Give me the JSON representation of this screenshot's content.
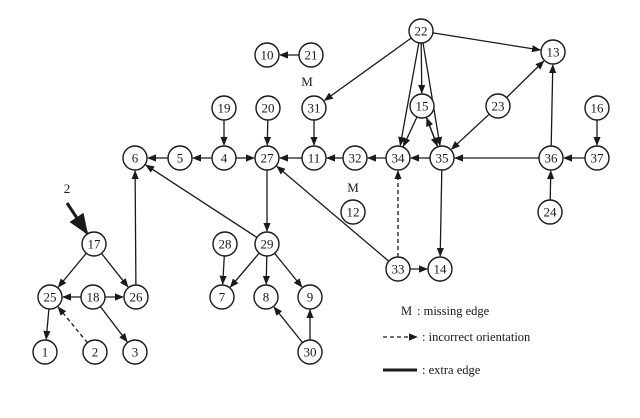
{
  "nodes": [
    "1",
    "2",
    "3",
    "4",
    "5",
    "6",
    "7",
    "8",
    "9",
    "10",
    "11",
    "12",
    "13",
    "14",
    "15",
    "16",
    "17",
    "18",
    "19",
    "20",
    "21",
    "22",
    "23",
    "24",
    "25",
    "26",
    "27",
    "28",
    "29",
    "30",
    "31",
    "32",
    "33",
    "34",
    "35",
    "36",
    "37"
  ],
  "edges": [
    {
      "from": "21",
      "to": "10",
      "style": "solid"
    },
    {
      "from": "22",
      "to": "31",
      "style": "solid"
    },
    {
      "from": "22",
      "to": "13",
      "style": "solid"
    },
    {
      "from": "22",
      "to": "15",
      "style": "solid"
    },
    {
      "from": "22",
      "to": "34",
      "style": "solid"
    },
    {
      "from": "22",
      "to": "35",
      "style": "solid"
    },
    {
      "from": "23",
      "to": "13",
      "style": "solid"
    },
    {
      "from": "23",
      "to": "35",
      "style": "solid"
    },
    {
      "from": "15",
      "to": "34",
      "style": "solid"
    },
    {
      "from": "15",
      "to": "35",
      "style": "solid"
    },
    {
      "from": "35",
      "to": "15",
      "style": "solid"
    },
    {
      "from": "35",
      "to": "34",
      "style": "solid"
    },
    {
      "from": "35",
      "to": "14",
      "style": "solid"
    },
    {
      "from": "36",
      "to": "35",
      "style": "solid"
    },
    {
      "from": "36",
      "to": "13",
      "style": "solid"
    },
    {
      "from": "37",
      "to": "36",
      "style": "solid"
    },
    {
      "from": "16",
      "to": "37",
      "style": "solid"
    },
    {
      "from": "24",
      "to": "36",
      "style": "solid"
    },
    {
      "from": "34",
      "to": "32",
      "style": "solid"
    },
    {
      "from": "32",
      "to": "11",
      "style": "solid"
    },
    {
      "from": "31",
      "to": "11",
      "style": "solid"
    },
    {
      "from": "11",
      "to": "27",
      "style": "solid"
    },
    {
      "from": "20",
      "to": "27",
      "style": "solid"
    },
    {
      "from": "19",
      "to": "4",
      "style": "solid"
    },
    {
      "from": "4",
      "to": "5",
      "style": "solid"
    },
    {
      "from": "4",
      "to": "27",
      "style": "solid"
    },
    {
      "from": "5",
      "to": "6",
      "style": "solid"
    },
    {
      "from": "27",
      "to": "29",
      "style": "solid"
    },
    {
      "from": "29",
      "to": "6",
      "style": "solid"
    },
    {
      "from": "33",
      "to": "27",
      "style": "solid"
    },
    {
      "from": "33",
      "to": "14",
      "style": "solid"
    },
    {
      "from": "33",
      "to": "34",
      "style": "dashed"
    },
    {
      "from": "29",
      "to": "7",
      "style": "solid"
    },
    {
      "from": "29",
      "to": "8",
      "style": "solid"
    },
    {
      "from": "29",
      "to": "9",
      "style": "solid"
    },
    {
      "from": "28",
      "to": "7",
      "style": "solid"
    },
    {
      "from": "30",
      "to": "8",
      "style": "solid"
    },
    {
      "from": "30",
      "to": "9",
      "style": "solid"
    },
    {
      "from": "2",
      "to": "17",
      "style": "thick"
    },
    {
      "from": "17",
      "to": "25",
      "style": "solid"
    },
    {
      "from": "17",
      "to": "26",
      "style": "solid"
    },
    {
      "from": "26",
      "to": "6",
      "style": "solid"
    },
    {
      "from": "18",
      "to": "25",
      "style": "solid"
    },
    {
      "from": "18",
      "to": "26",
      "style": "solid"
    },
    {
      "from": "18",
      "to": "3",
      "style": "solid"
    },
    {
      "from": "25",
      "to": "1",
      "style": "solid"
    },
    {
      "from": "2",
      "to": "25",
      "style": "dashed"
    }
  ],
  "annotations": {
    "m_31": "M",
    "m_12": "M",
    "top_left_2": "2"
  },
  "legend": {
    "missing_symbol": "M",
    "missing_text": ": missing edge",
    "incorrect_text": ": incorrect orientation",
    "extra_text": ": extra edge"
  }
}
